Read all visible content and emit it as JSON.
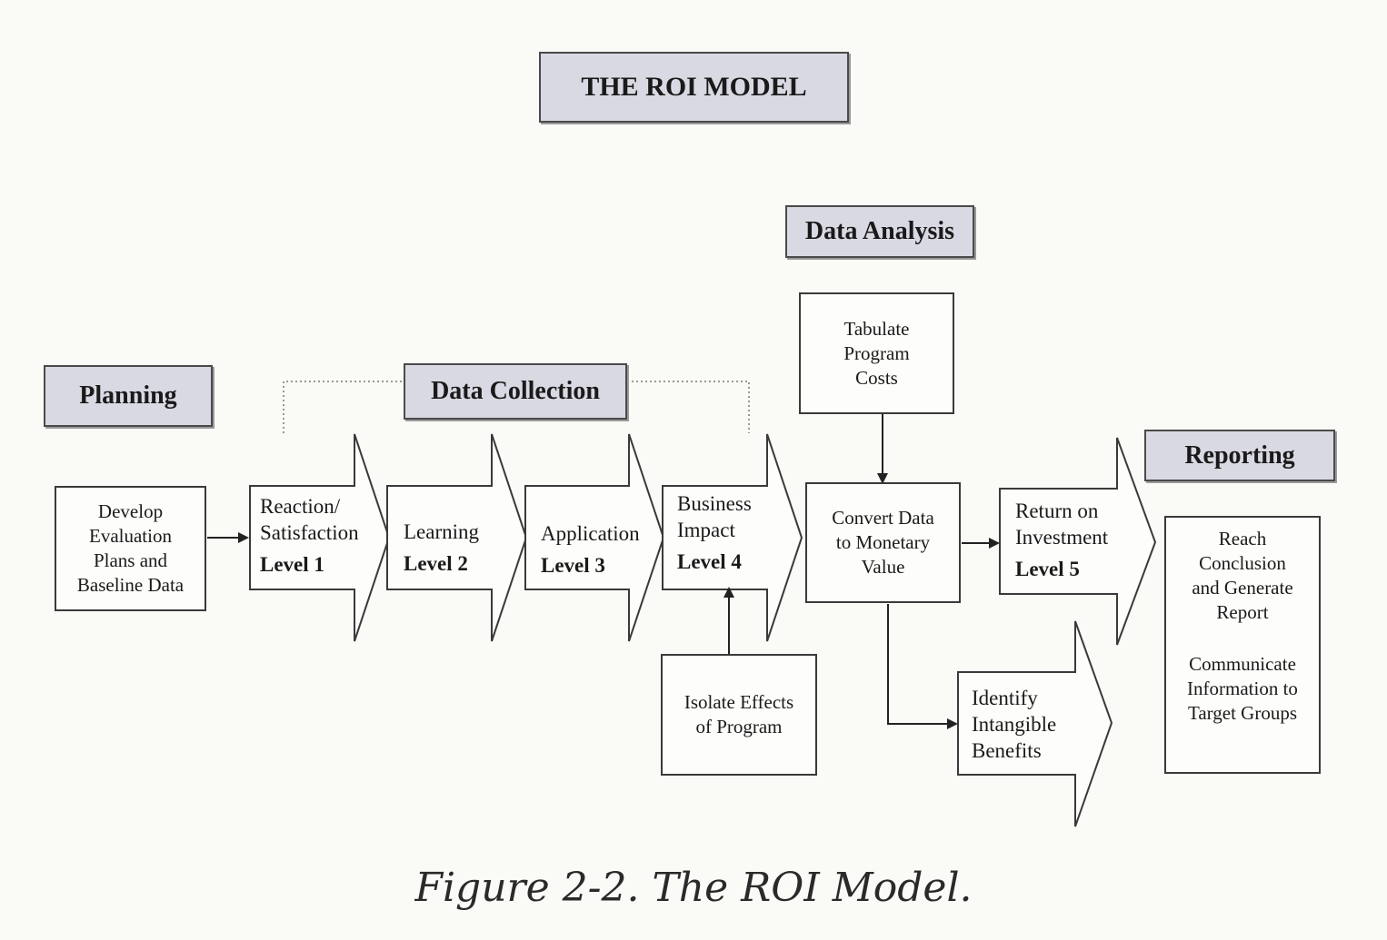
{
  "title": "THE ROI MODEL",
  "phases": {
    "planning": "Planning",
    "data_collection": "Data Collection",
    "data_analysis": "Data Analysis",
    "reporting": "Reporting"
  },
  "boxes": {
    "develop": [
      "Develop",
      "Evaluation",
      "Plans and",
      "Baseline Data"
    ],
    "tabulate": [
      "Tabulate",
      "Program",
      "Costs"
    ],
    "convert": [
      "Convert Data",
      "to Monetary",
      "Value"
    ],
    "isolate": [
      "Isolate Effects",
      "of Program"
    ],
    "reach": [
      "Reach",
      "Conclusion",
      "and Generate",
      "Report"
    ],
    "communicate": [
      "Communicate",
      "Information to",
      "Target Groups"
    ]
  },
  "levels": [
    {
      "lines": [
        "Reaction/",
        "Satisfaction"
      ],
      "level": "Level 1"
    },
    {
      "lines": [
        "Learning"
      ],
      "level": "Level 2"
    },
    {
      "lines": [
        "Application"
      ],
      "level": "Level 3"
    },
    {
      "lines": [
        "Business",
        "Impact"
      ],
      "level": "Level 4"
    },
    {
      "lines": [
        "Return on",
        "Investment"
      ],
      "level": "Level 5"
    }
  ],
  "intangible": [
    "Identify",
    "Intangible",
    "Benefits"
  ],
  "caption": "Figure 2-2. The ROI Model.",
  "colors": {
    "label_fill": "#d9d9e3",
    "stroke": "#3a3a3a"
  }
}
